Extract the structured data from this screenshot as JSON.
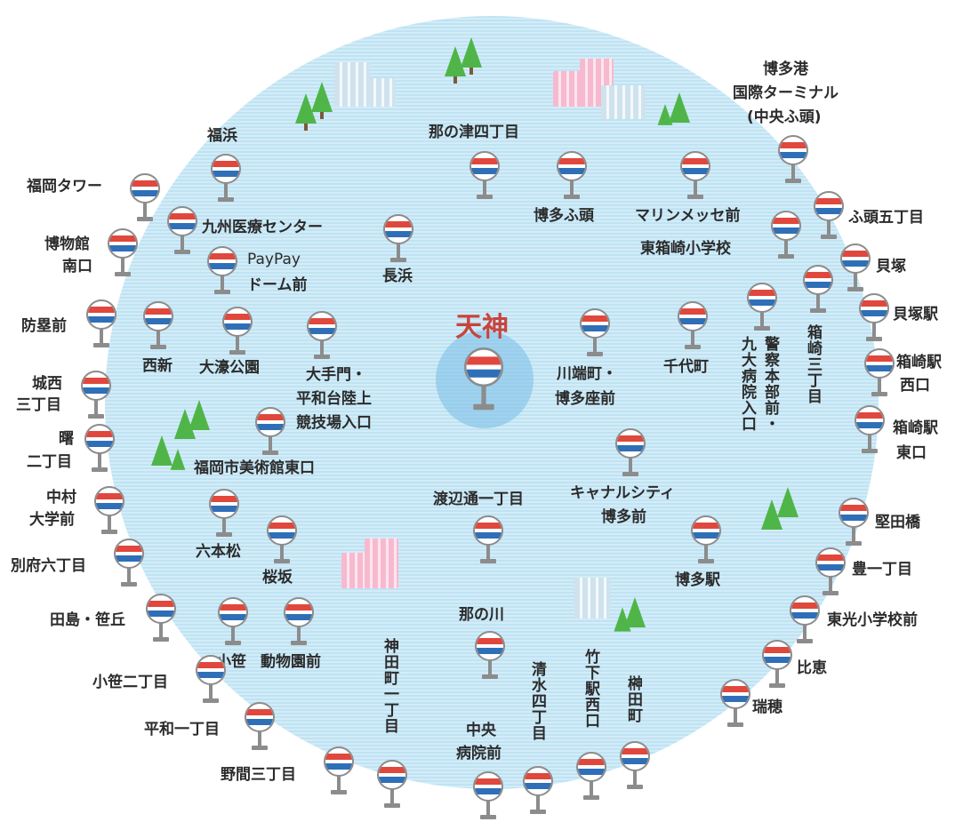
{
  "map": {
    "colors": {
      "circle": "#bfe3f3",
      "stop_red": "#e0473d",
      "stop_blue": "#2f6fb7",
      "title": "#c9443d"
    },
    "center_title": "天神",
    "stops": {
      "fukuoka_tower": "福岡タワー",
      "fukuhama": "福浜",
      "kyushu_medical": "九州医療センター",
      "paypay_1": "PayPay",
      "paypay_2": "ドーム前",
      "hakubutsukan_1": "博物館",
      "hakubutsukan_2": "南口",
      "nagahama": "長浜",
      "bougai": "防塁前",
      "nishijin": "西新",
      "ohori": "大濠公園",
      "otemon_1": "大手門・",
      "otemon_2": "平和台陸上",
      "otemon_3": "競技場入口",
      "josai_1": "城西",
      "josai_2": "三丁目",
      "akebono_1": "曙",
      "akebono_2": "二丁目",
      "art_museum": "福岡市美術館東口",
      "nakamura_1": "中村",
      "nakamura_2": "大学前",
      "roppon": "六本松",
      "beppu": "別府六丁目",
      "sakurazaka": "桜坂",
      "tashima": "田島・笹丘",
      "ozasa": "小笹",
      "zoo": "動物園前",
      "ozasa2": "小笹二丁目",
      "heiwa": "平和一丁目",
      "noma": "野間三丁目",
      "kanda_v": "神田町一丁目",
      "nanotsu": "那の津四丁目",
      "hakata_futo": "博多ふ頭",
      "marine": "マリンメッセ前",
      "higashihakozaki": "東箱崎小学校",
      "port_1": "博多港",
      "port_2": "国際ターミナル",
      "port_3": "(中央ふ頭)",
      "futo5": "ふ頭五丁目",
      "kaizuka": "貝塚",
      "kaizuka_st": "貝塚駅",
      "hakozaki_west_1": "箱崎駅",
      "hakozaki_west_2": "西口",
      "hakozaki_east_1": "箱崎駅",
      "hakozaki_east_2": "東口",
      "hakozaki3_v": "箱崎三丁目",
      "keisatsu_v1": "九大病院入口",
      "keisatsu_v2": "警察本部前・",
      "chiyomachi": "千代町",
      "kawabata_1": "川端町・",
      "kawabata_2": "博多座前",
      "canal_1": "キャナルシティ",
      "canal_2": "博多前",
      "watanabe": "渡辺通一丁目",
      "hakata_st": "博多駅",
      "katata": "堅田橋",
      "toyo": "豊一丁目",
      "toko": "東光小学校前",
      "hie": "比恵",
      "mizuho": "瑞穂",
      "nanokawa": "那の川",
      "chuo_1": "中央",
      "chuo_2": "病院前",
      "shimizu_v": "清水四丁目",
      "takeshita_v": "竹下駅西口",
      "sakaki_v": "榊田町"
    }
  }
}
